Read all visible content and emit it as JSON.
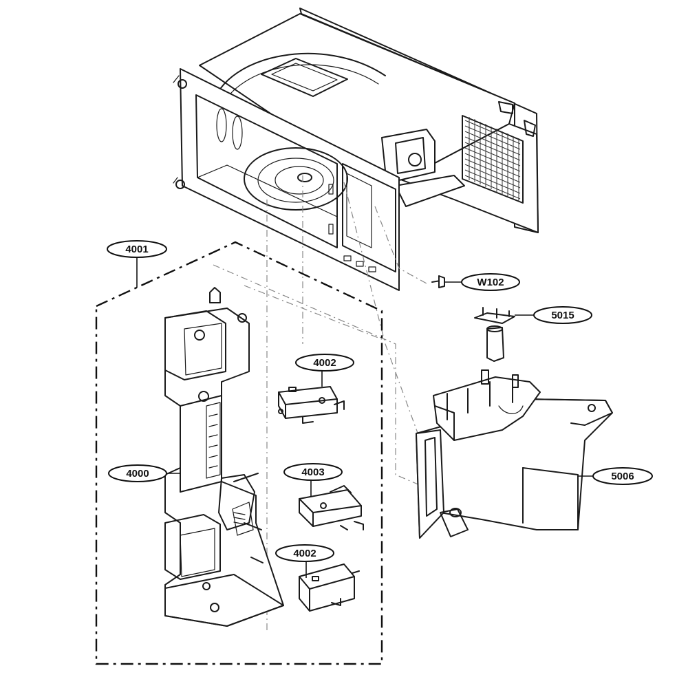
{
  "diagram": {
    "callouts": {
      "c4001": "4001",
      "cW102": "W102",
      "c5015": "5015",
      "c4002a": "4002",
      "c4000": "4000",
      "c4003": "4003",
      "c5006": "5006",
      "c4002b": "4002"
    }
  }
}
